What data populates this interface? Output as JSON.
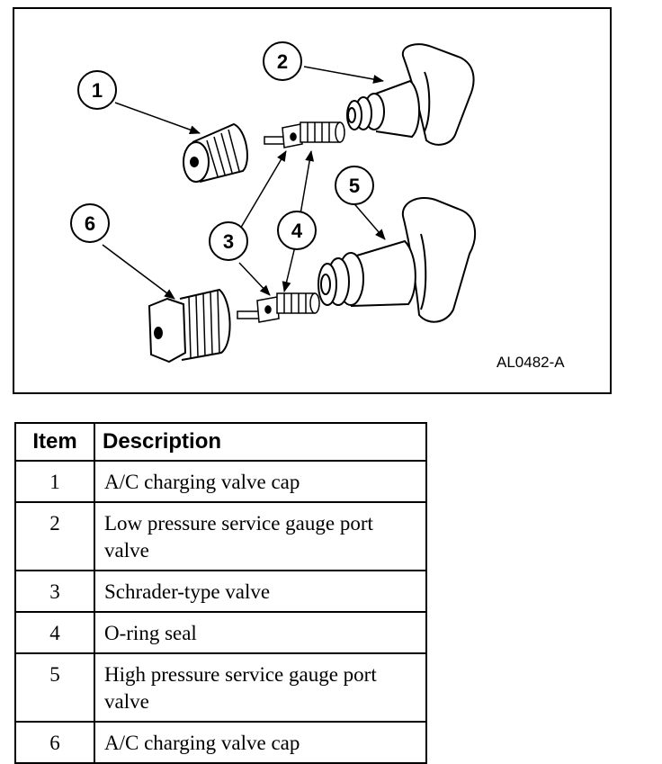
{
  "figure": {
    "id_label": "AL0482-A",
    "callouts": [
      "1",
      "2",
      "3",
      "4",
      "5",
      "6"
    ]
  },
  "table": {
    "headers": {
      "item": "Item",
      "description": "Description"
    },
    "rows": [
      {
        "item": "1",
        "description": "A/C charging valve cap"
      },
      {
        "item": "2",
        "description": "Low pressure service gauge port valve"
      },
      {
        "item": "3",
        "description": "Schrader-type valve"
      },
      {
        "item": "4",
        "description": "O-ring seal"
      },
      {
        "item": "5",
        "description": "High pressure service gauge port valve"
      },
      {
        "item": "6",
        "description": "A/C charging valve cap"
      }
    ]
  }
}
